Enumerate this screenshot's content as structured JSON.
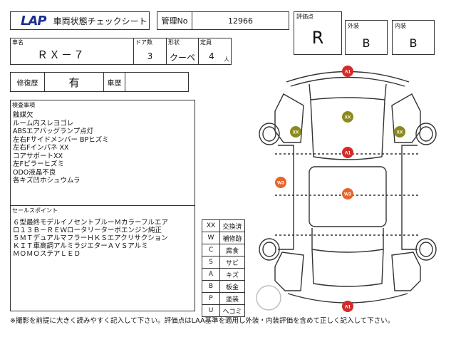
{
  "header": {
    "logo": "LAP",
    "title": "車両状態チェックシート",
    "mgmt_label": "管理No",
    "mgmt_value": "12966"
  },
  "grade": {
    "label": "評価点",
    "value": "R",
    "exterior_label": "外装",
    "exterior_value": "B",
    "interior_label": "内装",
    "interior_value": "B"
  },
  "vehicle": {
    "name_label": "車名",
    "name_value": "ＲＸ－７",
    "doors_label": "ドア数",
    "doors_value": "3",
    "shape_label": "形状",
    "shape_value": "クーペ",
    "capacity_label": "定員",
    "capacity_value": "4",
    "capacity_unit": "人"
  },
  "history": {
    "repair_label": "修復歴",
    "repair_value": "有",
    "car_history_label": "車歴",
    "car_history_value": ""
  },
  "inspection": {
    "label": "検査事項",
    "items": [
      "触媒欠",
      "ルーム内スレヨゴレ",
      "ABSエアバッグランプ点灯",
      "左右Fサイドメンバー BPヒズミ",
      "左右Fインパネ XX",
      "コアサポートXX",
      "左Fピラーヒズミ",
      "ODO液晶不良",
      "各キズ凹ホシュウムラ"
    ]
  },
  "sales": {
    "label": "セールスポイント",
    "lines": [
      "６型最終モデルイノセントブルーＭカラーフルエア",
      "ロ１３Ｂ－ＲＥＷロータリーターボエンジン純正",
      "５ＭＴデュアルマフラーＨＫＳエアクリサクション",
      "ＫＩＴ車高調アルミラジエターＡＶＳアルミ",
      "ＭＯＭＯステアＬＥＤ"
    ]
  },
  "legend": [
    {
      "code": "XX",
      "meaning": "交換済"
    },
    {
      "code": "W",
      "meaning": "補修跡"
    },
    {
      "code": "C",
      "meaning": "腐食"
    },
    {
      "code": "S",
      "meaning": "サビ"
    },
    {
      "code": "A",
      "meaning": "キズ"
    },
    {
      "code": "B",
      "meaning": "板金"
    },
    {
      "code": "P",
      "meaning": "塗装"
    },
    {
      "code": "U",
      "meaning": "ヘコミ"
    }
  ],
  "diagram": {
    "markers": [
      {
        "code": "A1",
        "color": "#d42a2a"
      },
      {
        "code": "XX",
        "color": "#8a8a1e"
      },
      {
        "code": "XX",
        "color": "#8a8a1e"
      },
      {
        "code": "XX",
        "color": "#8a8a1e"
      },
      {
        "code": "A1",
        "color": "#d42a2a"
      },
      {
        "code": "W3",
        "color": "#e8642a"
      },
      {
        "code": "W3",
        "color": "#e8642a"
      },
      {
        "code": "A1",
        "color": "#d42a2a"
      }
    ]
  },
  "footer": "※撮影を前提に大きく読みやすく記入して下さい。評価点はLAA基準を適用し外装・内装評価を含めて正しく記入して下さい。"
}
